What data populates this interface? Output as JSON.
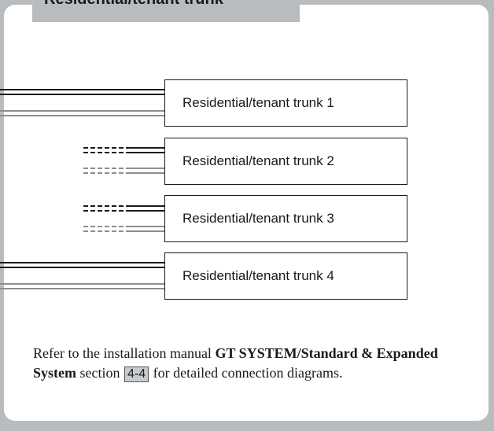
{
  "title": "Residential/tenant trunk",
  "trunks": [
    {
      "label": "Residential/tenant trunk 1",
      "lines": "solid"
    },
    {
      "label": "Residential/tenant trunk 2",
      "lines": "dashed"
    },
    {
      "label": "Residential/tenant trunk 3",
      "lines": "dashed"
    },
    {
      "label": "Residential/tenant trunk 4",
      "lines": "solid"
    }
  ],
  "note": {
    "text1": "Refer to the installation manual ",
    "bold1": "GT SYSTEM/Standard & Expanded System",
    "text2": " section ",
    "ref": "4-4",
    "text3": " for detailed connection diagrams."
  },
  "colors": {
    "frame": "#b9bcbf",
    "dark_line": "#1a1a1a",
    "light_line": "#8c8f92"
  }
}
